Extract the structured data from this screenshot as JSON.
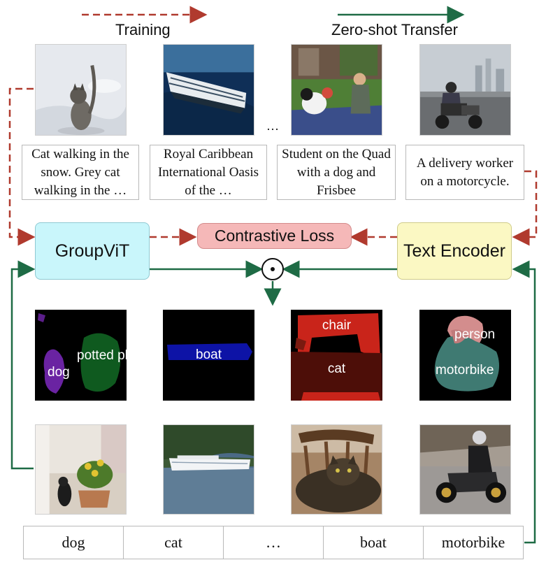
{
  "legend": {
    "training": "Training",
    "zero_shot": "Zero-shot Transfer"
  },
  "colors": {
    "training_arrow": "#b03a2e",
    "zero_shot_arrow": "#1e6b45",
    "groupvit_fill": "#c9f6fb",
    "contrastive_fill": "#f5b8b8",
    "text_encoder_fill": "#fbf8c3"
  },
  "captions": [
    "Cat walking in the snow. Grey cat walking in the …",
    "Royal Caribbean International Oasis of the …",
    "Student on the Quad with a dog and Frisbee",
    "A delivery worker on a motorcycle."
  ],
  "ellipsis": "…",
  "nodes": {
    "groupvit": "GroupViT",
    "contrastive_loss": "Contrastive Loss",
    "text_encoder": "Text Encoder",
    "dot_product": "⊙"
  },
  "segmentation_labels": {
    "seg1": [
      "dog",
      "potted plant"
    ],
    "seg2": [
      "boat"
    ],
    "seg3": [
      "chair",
      "cat"
    ],
    "seg4": [
      "person",
      "motorbike"
    ]
  },
  "class_labels": [
    "dog",
    "cat",
    "…",
    "boat",
    "motorbike"
  ]
}
